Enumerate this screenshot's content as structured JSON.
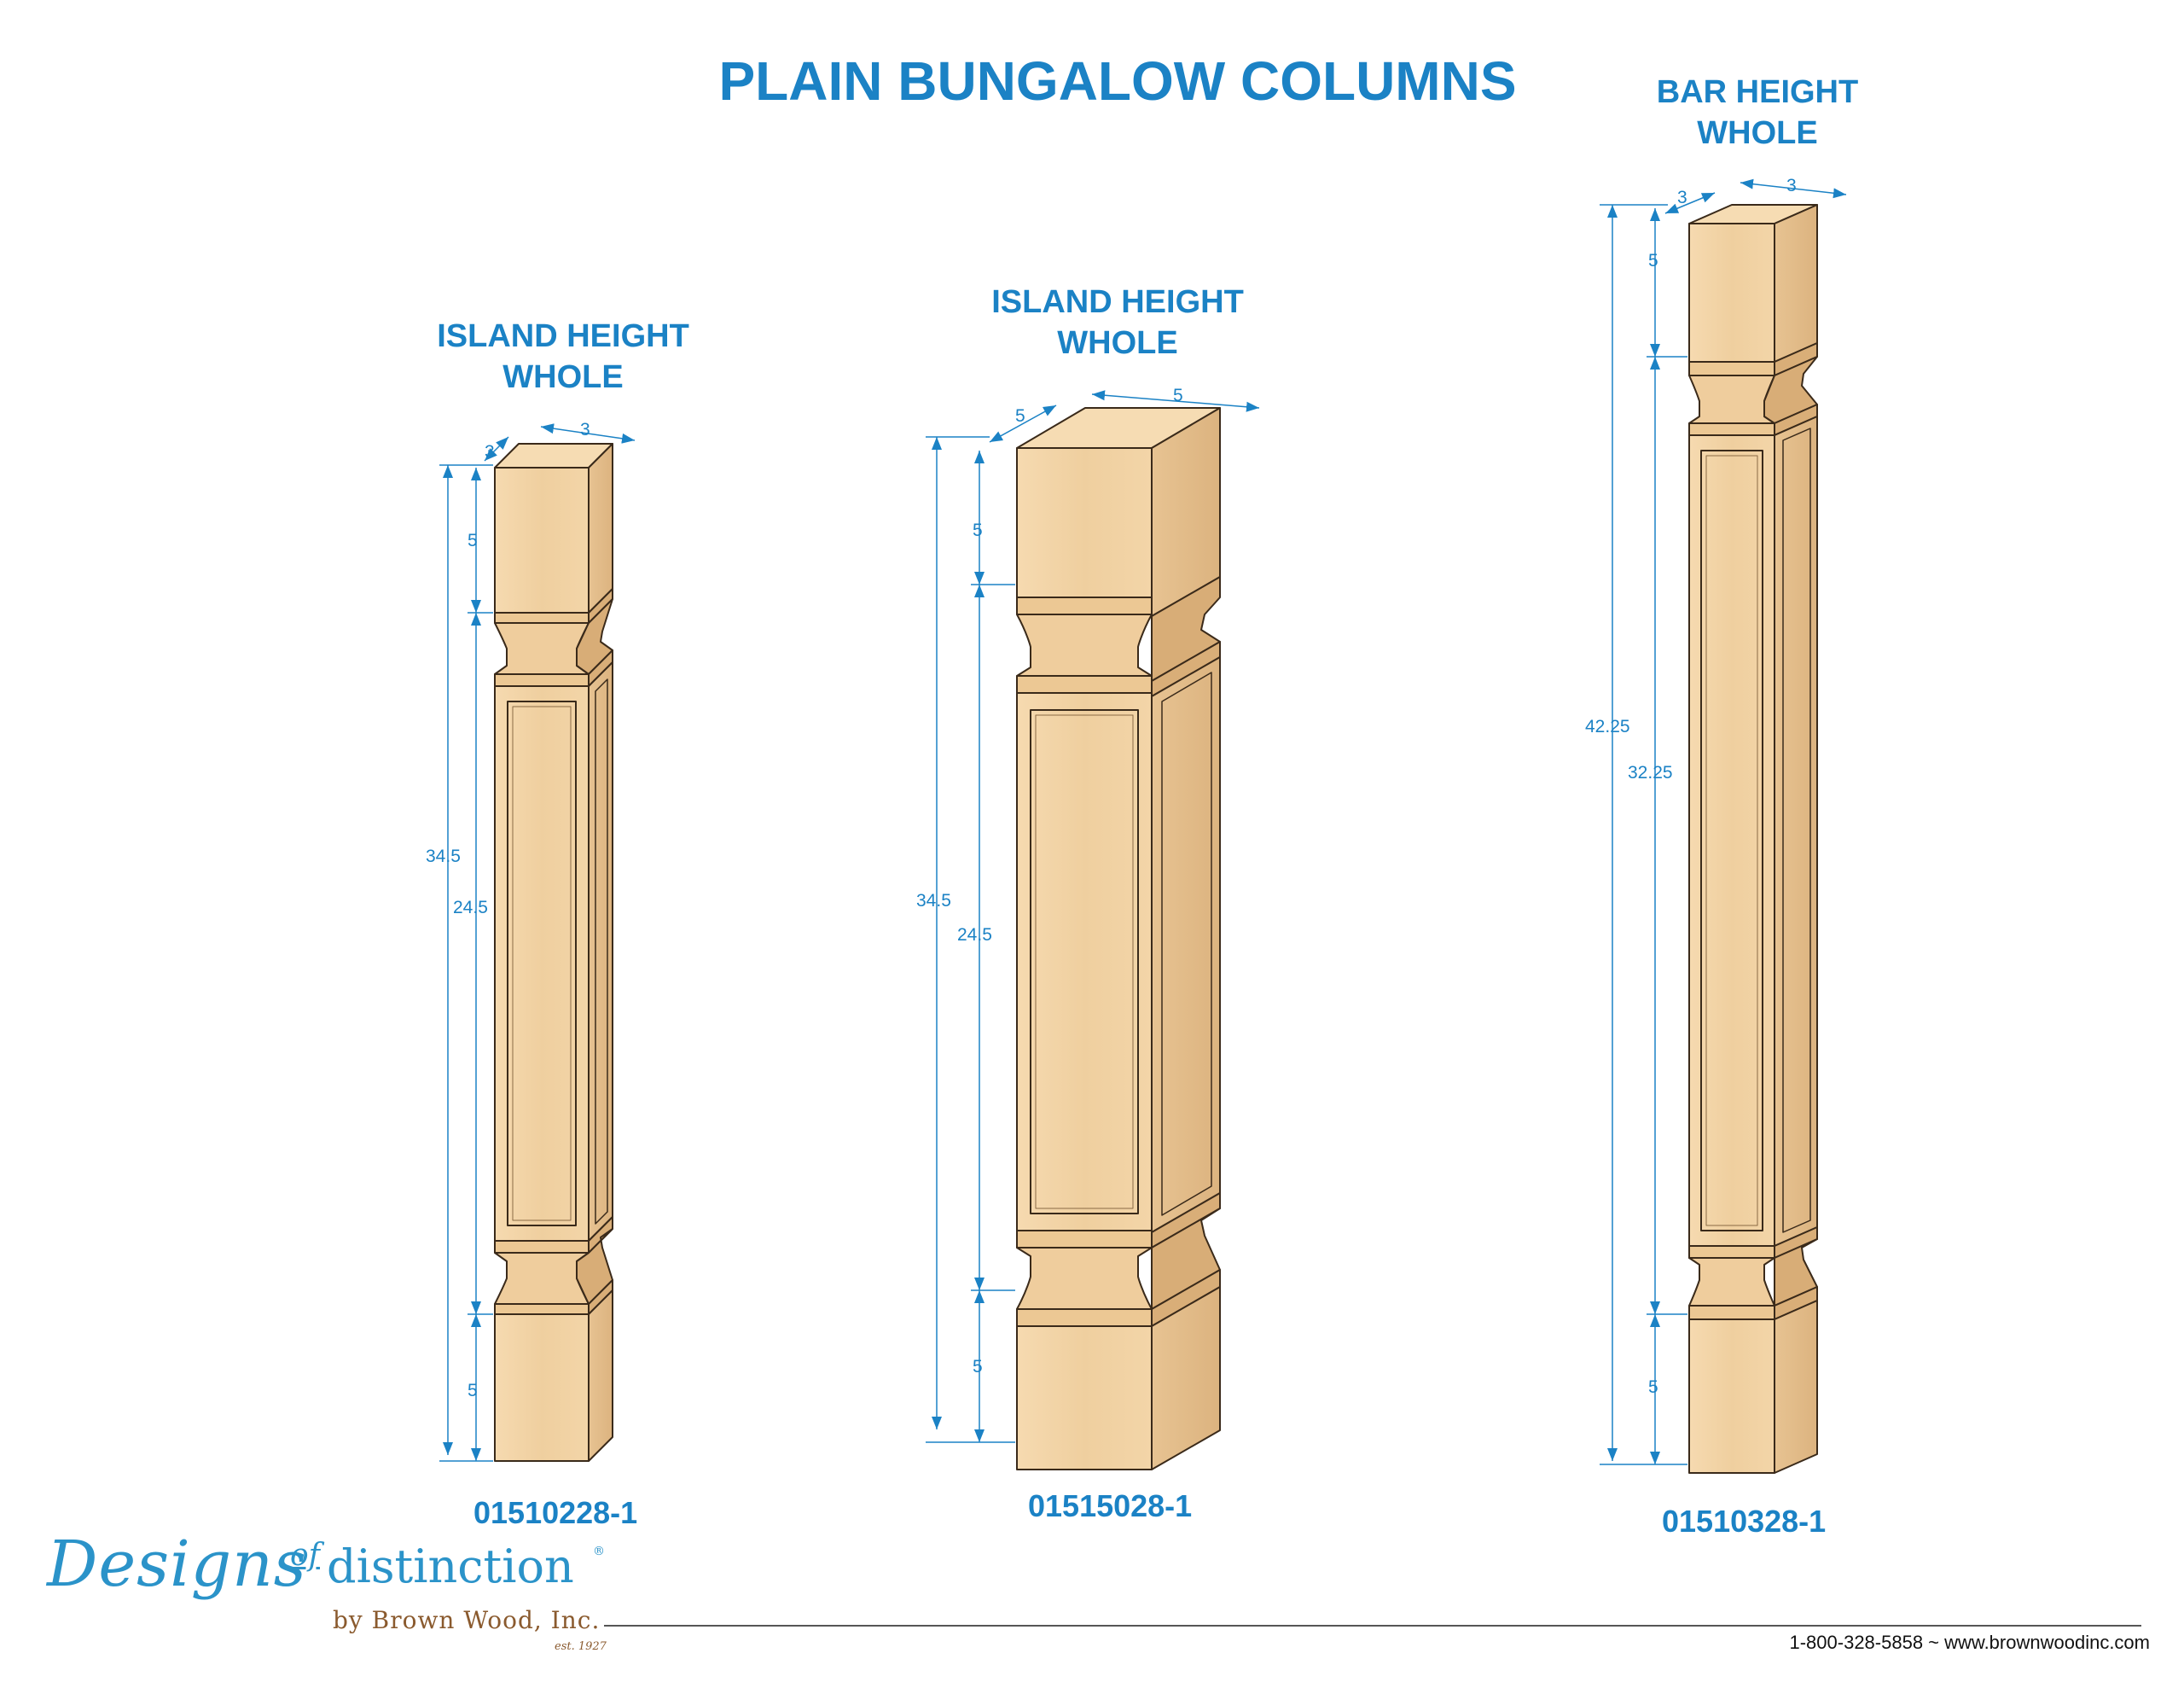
{
  "title": "PLAIN BUNGALOW COLUMNS",
  "columns": [
    {
      "label_line1": "ISLAND HEIGHT",
      "label_line2": "WHOLE",
      "part_number": "01510228-1",
      "dims": {
        "width": "3",
        "depth": "3",
        "top_block": "5",
        "bottom_block": "5",
        "overall": "34.5",
        "panel": "24.5"
      }
    },
    {
      "label_line1": "ISLAND HEIGHT",
      "label_line2": "WHOLE",
      "part_number": "01515028-1",
      "dims": {
        "width": "5",
        "depth": "5",
        "top_block": "5",
        "bottom_block": "5",
        "overall": "34.5",
        "panel": "24.5"
      }
    },
    {
      "label_line1": "BAR HEIGHT",
      "label_line2": "WHOLE",
      "part_number": "01510328-1",
      "dims": {
        "width": "3",
        "depth": "3",
        "top_block": "5",
        "bottom_block": "5",
        "overall": "42.25",
        "panel": "32.25"
      }
    }
  ],
  "logo": {
    "script": "Designs",
    "of": "of",
    "word": "distinction",
    "reg": "®",
    "by_line": "by Brown Wood, Inc.",
    "est": "est. 1927"
  },
  "contact": "1-800-328-5858 ~ www.brownwoodinc.com",
  "colors": {
    "accent": "#1b82c5",
    "wood_front": "#f2d3a6",
    "wood_side": "#e3bd8a",
    "wood_top": "#f6dcb3"
  }
}
